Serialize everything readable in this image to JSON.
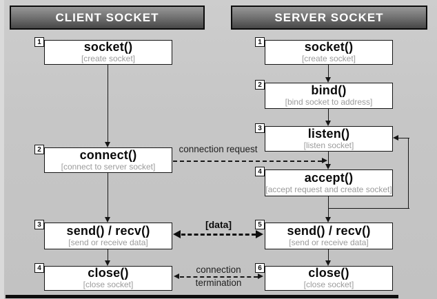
{
  "diagram": {
    "client": {
      "header": "CLIENT SOCKET",
      "boxes": [
        {
          "num": "1",
          "title": "socket()",
          "subtitle": "[create socket]"
        },
        {
          "num": "2",
          "title": "connect()",
          "subtitle": "[connect to server socket]"
        },
        {
          "num": "3",
          "title": "send() / recv()",
          "subtitle": "[send or receive data]"
        },
        {
          "num": "4",
          "title": "close()",
          "subtitle": "[close socket]"
        }
      ]
    },
    "server": {
      "header": "SERVER SOCKET",
      "boxes": [
        {
          "num": "1",
          "title": "socket()",
          "subtitle": "[create socket]"
        },
        {
          "num": "2",
          "title": "bind()",
          "subtitle": "[bind socket to address]"
        },
        {
          "num": "3",
          "title": "listen()",
          "subtitle": "[listen socket]"
        },
        {
          "num": "4",
          "title": "accept()",
          "subtitle": "[accept request and create socket]"
        },
        {
          "num": "5",
          "title": "send() / recv()",
          "subtitle": "[send or receive data]"
        },
        {
          "num": "6",
          "title": "close()",
          "subtitle": "[close socket]"
        }
      ]
    },
    "connectors": {
      "connection_request": "connection request",
      "data": "[data]",
      "termination_line1": "connection",
      "termination_line2": "termination"
    },
    "colors": {
      "background": "#c6c6c6",
      "header_fill_top": "#979797",
      "header_fill_bottom": "#474747",
      "header_text": "#ffffff",
      "box_fill": "#ffffff",
      "line": "#161616",
      "subtitle_text": "#9b9b9b"
    }
  }
}
